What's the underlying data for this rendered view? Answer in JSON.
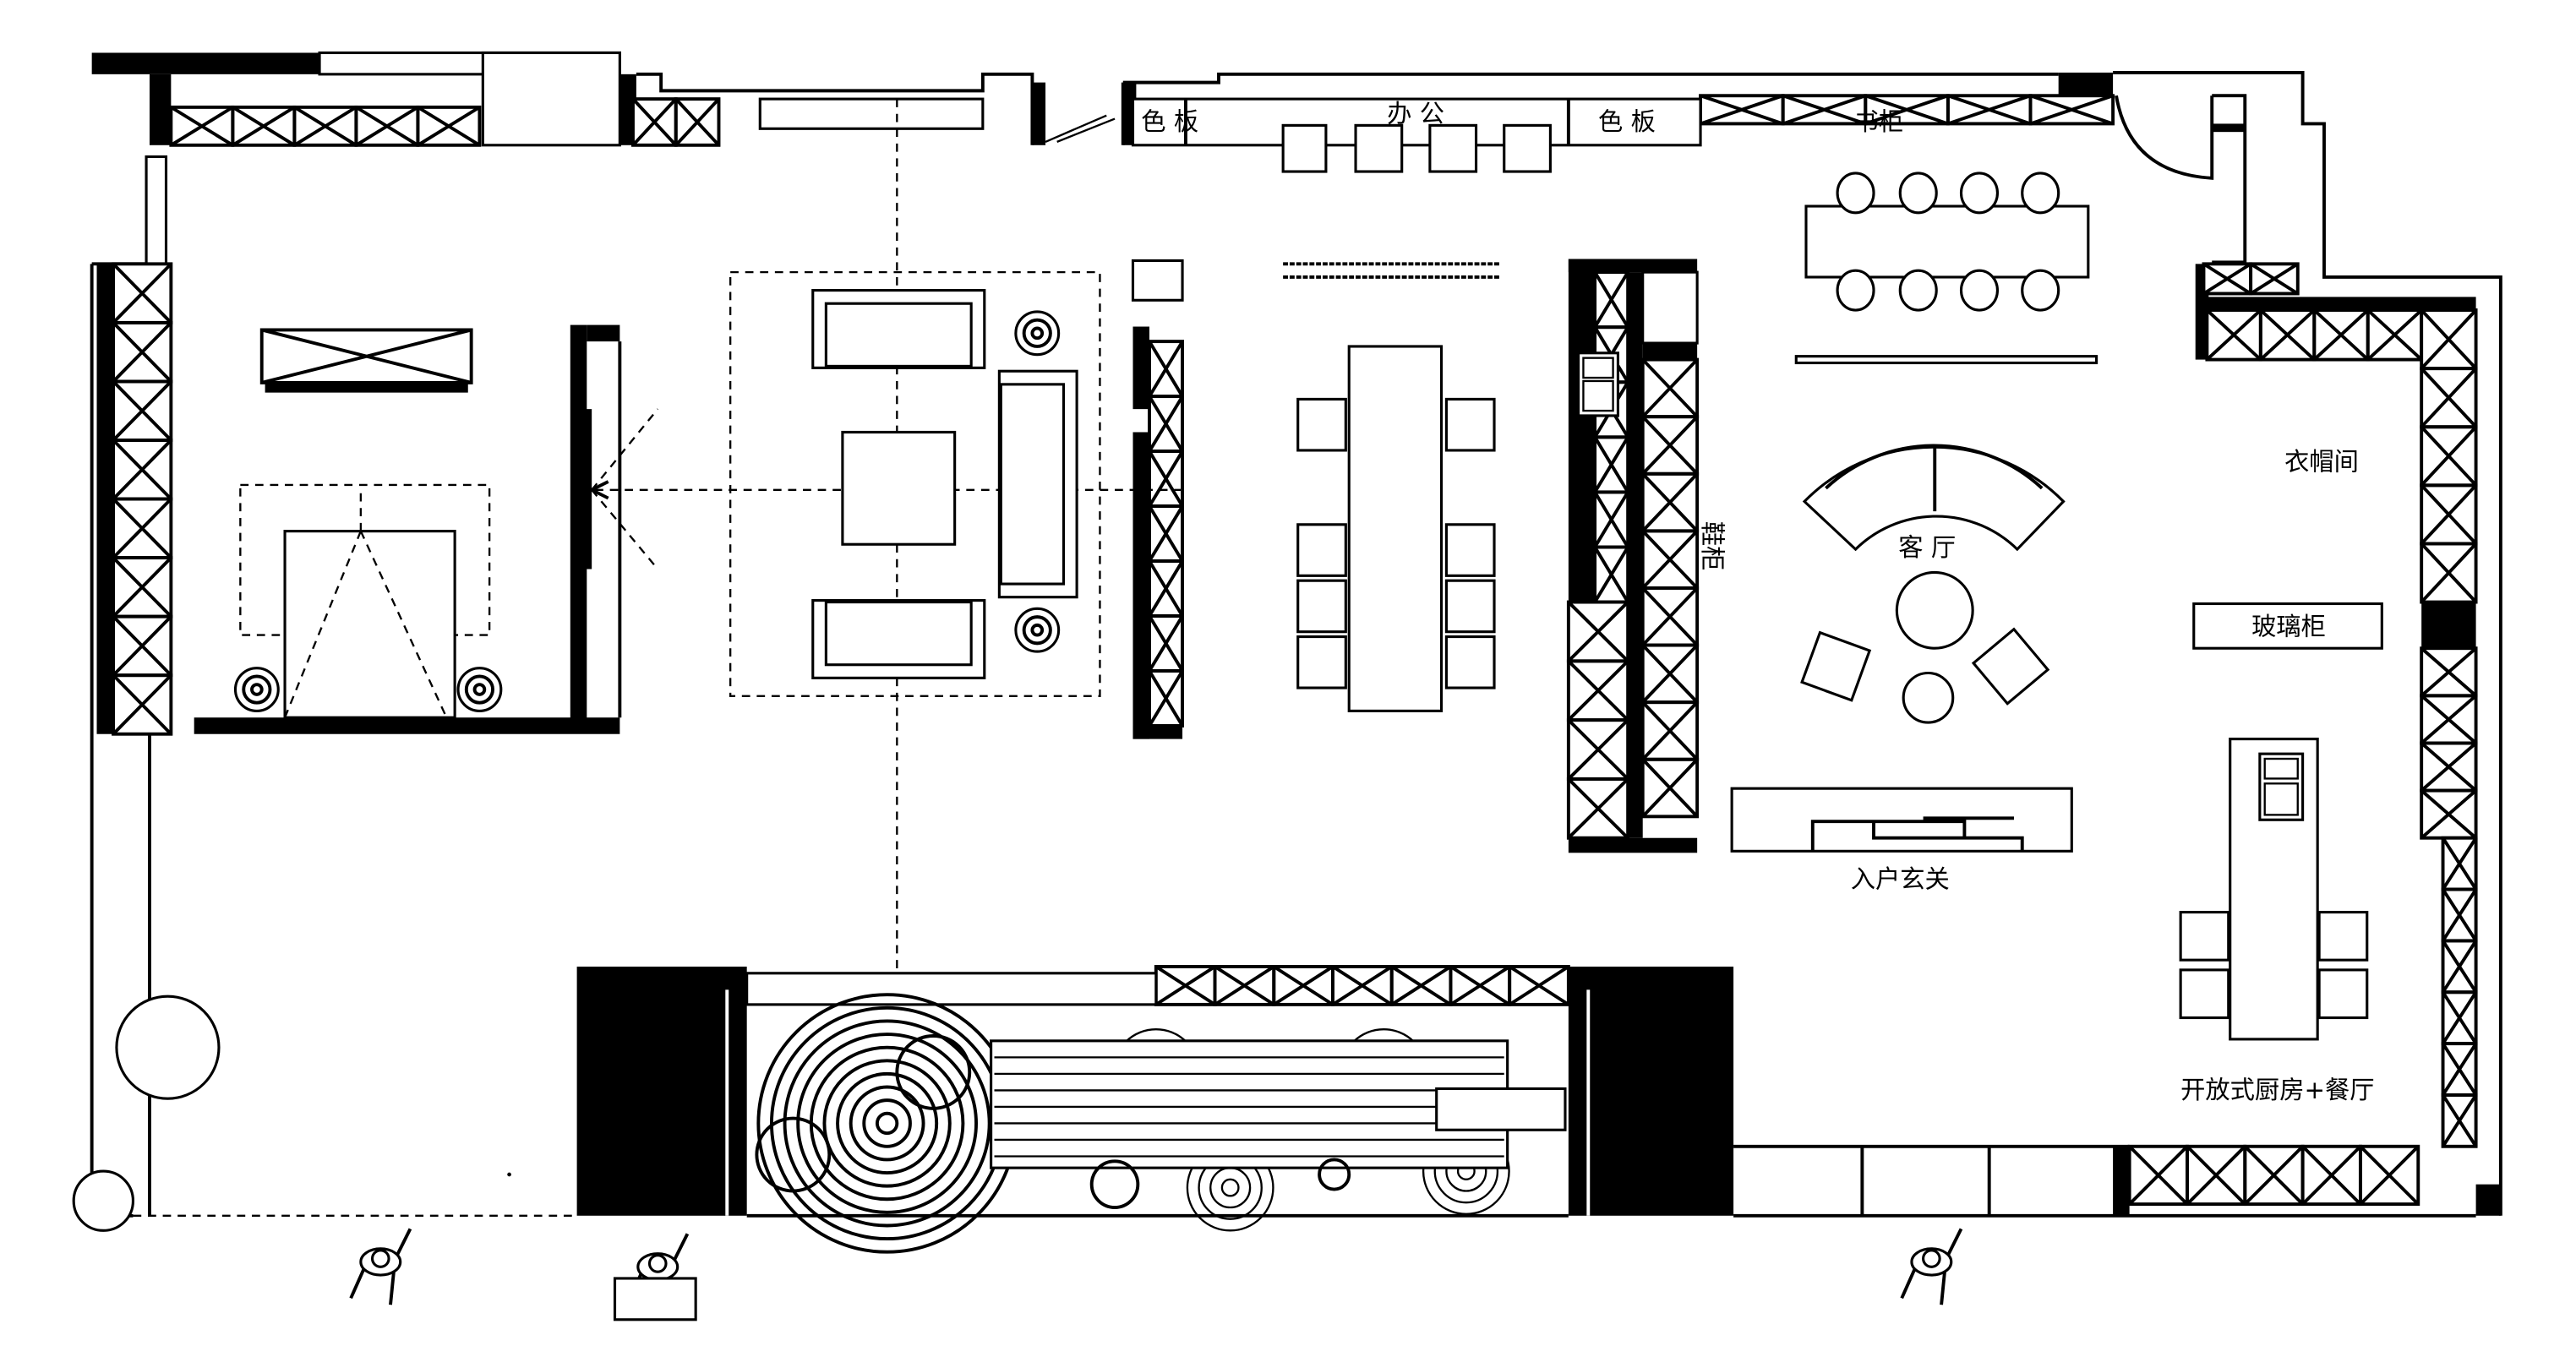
{
  "plan": {
    "labels": {
      "color_board_left": "色 板",
      "office": "办 公",
      "color_board_right": "色 板",
      "bookcase": "书柜",
      "cloakroom": "衣帽间",
      "living_room": "客 厅",
      "shoe_cabinet": "鞋柜",
      "glass_cabinet": "玻璃柜",
      "entrance": "入户玄关",
      "kitchen_dining": "开放式厨房+餐厅"
    }
  }
}
